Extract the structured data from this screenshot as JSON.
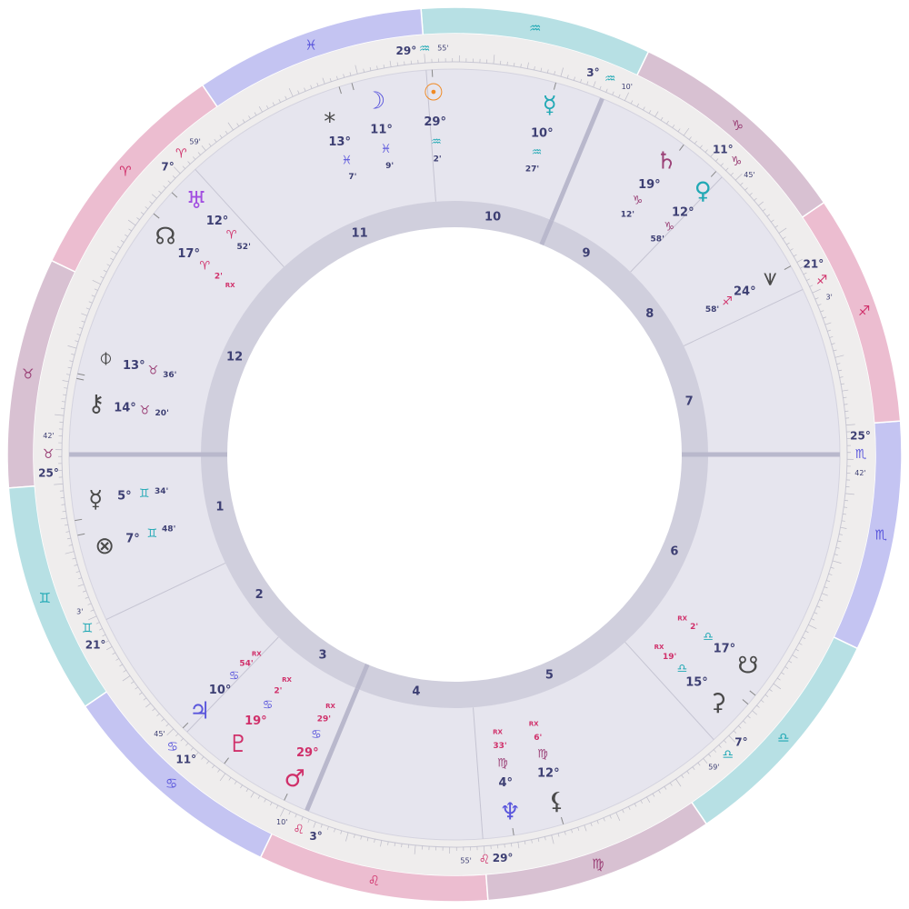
{
  "colors": {
    "fire": "#ecbdd0",
    "earth": "#d8c1d2",
    "air": "#b7e0e4",
    "water": "#c4c4f2",
    "ring": "#efeded",
    "house": "#e6e5ee",
    "band": "#d0cfdd",
    "center": "#ffffff",
    "label": "#3d3f73",
    "pink": "#d0306a",
    "blue": "#5a56dc",
    "teal": "#22a9b5",
    "mauve": "#9b4177",
    "gray": "#4a4a4a",
    "orange": "#f08a24",
    "purple": "#a24fe0"
  },
  "zodiac": [
    {
      "name": "aries",
      "glyph": "♈",
      "color": "fire",
      "glyph_color": "pink"
    },
    {
      "name": "taurus",
      "glyph": "♉",
      "color": "earth",
      "glyph_color": "mauve"
    },
    {
      "name": "gemini",
      "glyph": "♊",
      "color": "air",
      "glyph_color": "teal"
    },
    {
      "name": "cancer",
      "glyph": "♋",
      "color": "water",
      "glyph_color": "blue"
    },
    {
      "name": "leo",
      "glyph": "♌",
      "color": "fire",
      "glyph_color": "pink"
    },
    {
      "name": "virgo",
      "glyph": "♍",
      "color": "earth",
      "glyph_color": "mauve"
    },
    {
      "name": "libra",
      "glyph": "♎",
      "color": "air",
      "glyph_color": "teal"
    },
    {
      "name": "scorpio",
      "glyph": "♏",
      "color": "water",
      "glyph_color": "blue"
    },
    {
      "name": "sagittarius",
      "glyph": "♐",
      "color": "fire",
      "glyph_color": "pink"
    },
    {
      "name": "capricorn",
      "glyph": "♑",
      "color": "earth",
      "glyph_color": "mauve"
    },
    {
      "name": "aquarius",
      "glyph": "♒",
      "color": "air",
      "glyph_color": "teal"
    },
    {
      "name": "pisces",
      "glyph": "♓",
      "color": "water",
      "glyph_color": "blue"
    }
  ],
  "houses": [
    {
      "number": "1",
      "lon": 55.7,
      "deg": "25°",
      "sign": "♉",
      "sign_color": "mauve",
      "min": "42'"
    },
    {
      "number": "2",
      "lon": 81.05,
      "deg": "21°",
      "sign": "♊",
      "sign_color": "teal",
      "min": "3'"
    },
    {
      "number": "3",
      "lon": 101.75,
      "deg": "11°",
      "sign": "♋",
      "sign_color": "blue",
      "min": "45'"
    },
    {
      "number": "4",
      "lon": 123.17,
      "deg": "3°",
      "sign": "♌",
      "sign_color": "pink",
      "min": "10'"
    },
    {
      "number": "5",
      "lon": 149.92,
      "deg": "29°",
      "sign": "♌",
      "sign_color": "pink",
      "min": "55'"
    },
    {
      "number": "6",
      "lon": 187.98,
      "deg": "7°",
      "sign": "♎",
      "sign_color": "teal",
      "min": "59'"
    },
    {
      "number": "7",
      "lon": 235.7,
      "deg": "25°",
      "sign": "♏",
      "sign_color": "blue",
      "min": "42'"
    },
    {
      "number": "8",
      "lon": 261.05,
      "deg": "21°",
      "sign": "♐",
      "sign_color": "pink",
      "min": "3'"
    },
    {
      "number": "9",
      "lon": 281.75,
      "deg": "11°",
      "sign": "♑",
      "sign_color": "mauve",
      "min": "45'"
    },
    {
      "number": "10",
      "lon": 303.17,
      "deg": "3°",
      "sign": "♒",
      "sign_color": "teal",
      "min": "10'"
    },
    {
      "number": "11",
      "lon": 329.92,
      "deg": "29°",
      "sign": "♒",
      "sign_color": "teal",
      "min": "55'"
    },
    {
      "number": "12",
      "lon": 7.98,
      "deg": "7°",
      "sign": "♈",
      "sign_color": "pink",
      "min": "59'"
    }
  ],
  "planets": [
    {
      "name": "sun",
      "glyph": "☉",
      "color": "orange",
      "deg": "29°",
      "sign": "♒",
      "sign_color": "teal",
      "min": "2'",
      "retro": "",
      "lon": 329.03
    },
    {
      "name": "mercury",
      "glyph": "☿",
      "color": "teal",
      "deg": "10°",
      "sign": "♒",
      "sign_color": "teal",
      "min": "27'",
      "retro": "",
      "lon": 310.45
    },
    {
      "name": "saturn",
      "glyph": "♄",
      "color": "mauve",
      "deg": "19°",
      "sign": "♑",
      "sign_color": "mauve",
      "min": "12'",
      "retro": "",
      "lon": 289.2
    },
    {
      "name": "venus",
      "glyph": "♀",
      "color": "teal",
      "deg": "12°",
      "sign": "♑",
      "sign_color": "mauve",
      "min": "58'",
      "retro": "",
      "lon": 282.97
    },
    {
      "name": "vertex",
      "glyph": "⩛",
      "color": "gray",
      "deg": "24°",
      "sign": "♐",
      "sign_color": "pink",
      "min": "58'",
      "retro": "",
      "lon": 264.97
    },
    {
      "name": "moon",
      "glyph": "☽",
      "color": "blue",
      "deg": "11°",
      "sign": "♓",
      "sign_color": "blue",
      "min": "9'",
      "retro": "",
      "lon": 341.15
    },
    {
      "name": "sirius",
      "glyph": "⁎",
      "color": "gray",
      "deg": "13°",
      "sign": "♓",
      "sign_color": "blue",
      "min": "7'",
      "retro": "",
      "lon": 343.12
    },
    {
      "name": "uranus",
      "glyph": "♅",
      "color": "purple",
      "deg": "12°",
      "sign": "♈",
      "sign_color": "pink",
      "min": "52'",
      "retro": "",
      "lon": 12.87
    },
    {
      "name": "north-node",
      "glyph": "☊",
      "color": "gray",
      "deg": "17°",
      "sign": "♈",
      "sign_color": "pink",
      "min": "2'",
      "retro": "RX",
      "lon": 17.03
    },
    {
      "name": "fortune",
      "glyph": "⌽",
      "color": "gray",
      "deg": "13°",
      "sign": "♉",
      "sign_color": "mauve",
      "min": "36'",
      "retro": "",
      "lon": 43.6
    },
    {
      "name": "chiron",
      "glyph": "⚷",
      "color": "gray",
      "deg": "14°",
      "sign": "♉",
      "sign_color": "mauve",
      "min": "20'",
      "retro": "",
      "lon": 44.33
    },
    {
      "name": "hermes",
      "glyph": "☿",
      "color": "gray",
      "deg": "5°",
      "sign": "♊",
      "sign_color": "teal",
      "min": "34'",
      "retro": "",
      "lon": 65.57
    },
    {
      "name": "earth",
      "glyph": "⊗",
      "color": "gray",
      "deg": "7°",
      "sign": "♊",
      "sign_color": "teal",
      "min": "48'",
      "retro": "",
      "lon": 67.8
    },
    {
      "name": "jupiter",
      "glyph": "♃",
      "color": "blue",
      "deg": "10°",
      "sign": "♋",
      "sign_color": "blue",
      "min": "54'",
      "retro": "RX",
      "lon": 100.9
    },
    {
      "name": "pluto",
      "glyph": "♇",
      "color": "pink",
      "deg": "19°",
      "sign": "♋",
      "sign_color": "blue",
      "min": "2'",
      "retro": "RX",
      "lon": 109.03
    },
    {
      "name": "mars",
      "glyph": "♂",
      "color": "pink",
      "deg": "29°",
      "sign": "♋",
      "sign_color": "blue",
      "min": "29'",
      "retro": "RX",
      "lon": 119.48
    },
    {
      "name": "neptune",
      "glyph": "♆",
      "color": "blue",
      "deg": "4°",
      "sign": "♍",
      "sign_color": "mauve",
      "min": "33'",
      "retro": "RX",
      "lon": 154.55
    },
    {
      "name": "lilith",
      "glyph": "⚸",
      "color": "gray",
      "deg": "12°",
      "sign": "♍",
      "sign_color": "mauve",
      "min": "6'",
      "retro": "RX",
      "lon": 162.1
    },
    {
      "name": "south-node",
      "glyph": "☋",
      "color": "gray",
      "deg": "17°",
      "sign": "♎",
      "sign_color": "teal",
      "min": "2'",
      "retro": "RX",
      "lon": 197.03
    },
    {
      "name": "ceres",
      "glyph": "⚳",
      "color": "gray",
      "deg": "15°",
      "sign": "♎",
      "sign_color": "teal",
      "min": "19'",
      "retro": "RX",
      "lon": 195.32
    }
  ]
}
